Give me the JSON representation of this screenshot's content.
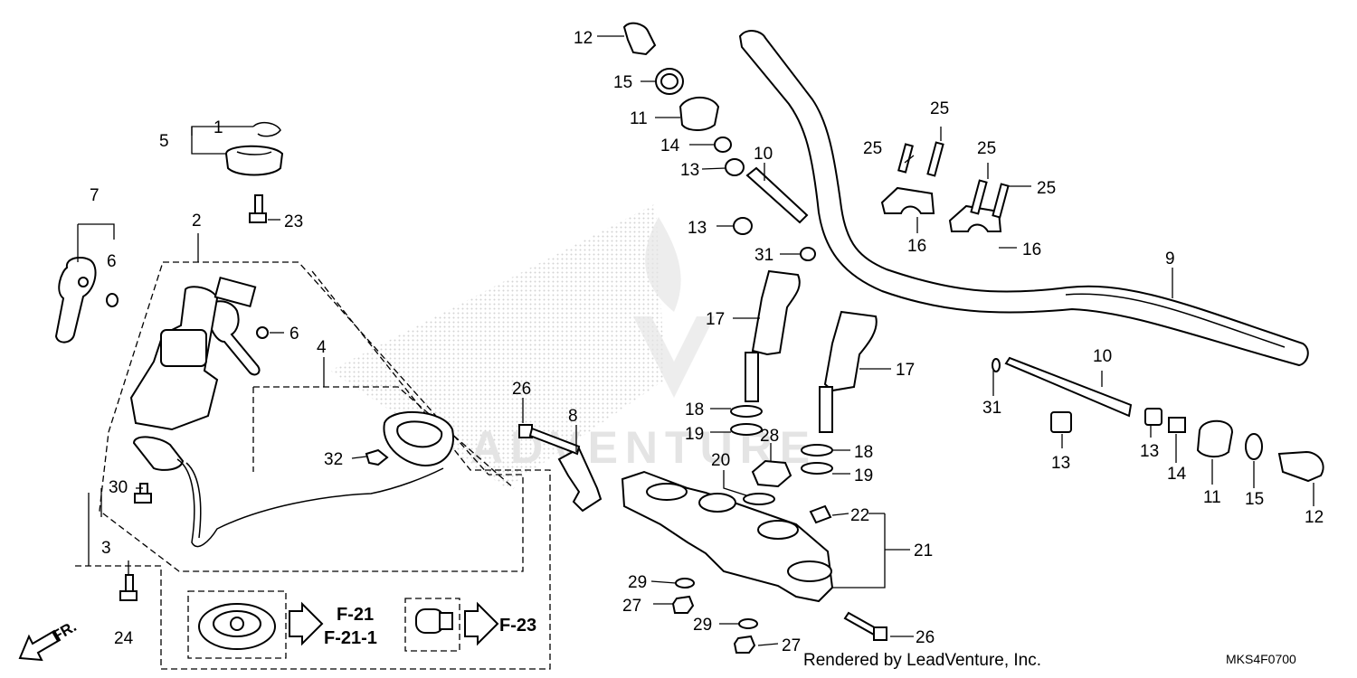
{
  "watermark": {
    "text": "ADVENTURE"
  },
  "callouts": {
    "c1": "1",
    "c2": "2",
    "c3": "3",
    "c4": "4",
    "c5": "5",
    "c6a": "6",
    "c6b": "6",
    "c7": "7",
    "c8": "8",
    "c9": "9",
    "c10a": "10",
    "c10b": "10",
    "c11a": "11",
    "c11b": "11",
    "c12a": "12",
    "c12b": "12",
    "c13a": "13",
    "c13b": "13",
    "c13c": "13",
    "c13d": "13",
    "c14a": "14",
    "c14b": "14",
    "c15a": "15",
    "c15b": "15",
    "c16a": "16",
    "c16b": "16",
    "c17a": "17",
    "c17b": "17",
    "c18a": "18",
    "c18b": "18",
    "c19a": "19",
    "c19b": "19",
    "c20": "20",
    "c21": "21",
    "c22": "22",
    "c23": "23",
    "c24": "24",
    "c25a": "25",
    "c25b": "25",
    "c25c": "25",
    "c25d": "25",
    "c26a": "26",
    "c26b": "26",
    "c27a": "27",
    "c27b": "27",
    "c28": "28",
    "c29a": "29",
    "c29b": "29",
    "c30": "30",
    "c31a": "31",
    "c31b": "31",
    "c32": "32"
  },
  "references": {
    "ref1": "F-21",
    "ref2": "F-21-1",
    "ref3": "F-23"
  },
  "direction": "FR.",
  "footer": {
    "credit": "Rendered by LeadVenture, Inc.",
    "code": "MKS4F0700"
  }
}
